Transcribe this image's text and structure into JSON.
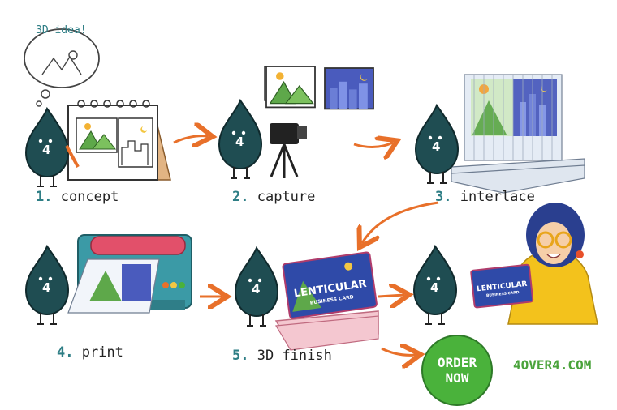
{
  "thought_bubble": "3D idea!",
  "steps": [
    {
      "number": "1.",
      "label": "concept"
    },
    {
      "number": "2.",
      "label": "capture"
    },
    {
      "number": "3.",
      "label": "interlace"
    },
    {
      "number": "4.",
      "label": "print"
    },
    {
      "number": "5.",
      "label": "3D finish"
    }
  ],
  "mascot_badge": "4",
  "card": {
    "title": "LENTICULAR",
    "subtitle": "BUSINESS CARD"
  },
  "cta": {
    "line1": "ORDER",
    "line2": "NOW"
  },
  "brand": "4OVER4.COM",
  "colors": {
    "mascot": "#1f4d52",
    "accent": "#2e7e85",
    "arrow": "#e8702a",
    "green": "#4ab23b",
    "sky": "#3d4fa8"
  }
}
